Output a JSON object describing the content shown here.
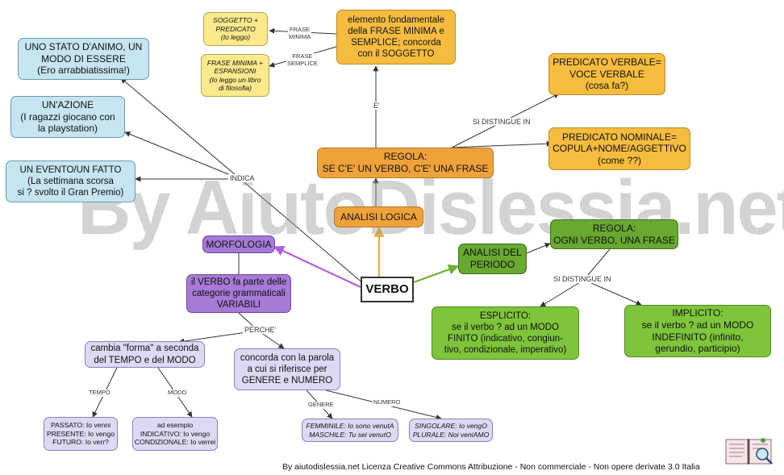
{
  "watermark": "By AiutoDislessia.net",
  "nodes": {
    "verbo": "VERBO",
    "elemento": "elemento fondamentale\ndella FRASE MINIMA e\nSEMPLICE; concorda\ncon il SOGGETTO",
    "soggetto": "SOGGETTO +\nPREDICATO\n(Io leggo)",
    "espansioni": "FRASE MINIMA +\nESPANSIONI\n(Io leggo un libro\ndi filosofia)",
    "stato": "UNO STATO D'ANIMO, UN\nMODO DI ESSERE\n(Ero arrabbiatissima!)",
    "azione": "UN'AZIONE\n(I ragazzi giocano con\nla playstation)",
    "evento": "UN EVENTO/UN FATTO\n(La settimana scorsa\nsi ? svolto il Gran Premio)",
    "pred_verbale": "PREDICATO VERBALE=\nVOCE VERBALE\n(cosa fa?)",
    "pred_nominale": "PREDICATO NOMINALE=\nCOPULA+NOME/AGGETTIVO\n(come ??)",
    "regola_logica": "REGOLA:\nSE C'E' UN VERBO, C'E' UNA FRASE",
    "analisi_logica": "ANALISI LOGICA",
    "morfologia": "MORFOLOGIA",
    "variabili": "il VERBO fa parte delle\ncategorie grammaticali\nVARIABILI",
    "regola_periodo": "REGOLA:\nOGNI VERBO, UNA FRASE",
    "analisi_periodo": "ANALISI DEL\nPERIODO",
    "esplicito": "ESPLICITO:\nse il verbo ? ad un MODO\nFINITO (indicativo, congiun-\ntivo, condizionale, imperativo)",
    "implicito": "IMPLICITO:\nse il verbo ? ad un MODO\nINDEFINITO (infinito,\ngerundio, participio)",
    "forma": "cambia \"forma\" a  seconda\ndel  TEMPO e del MODO",
    "concorda": "concorda con la parola\na cui si riferisce per\nGENERE e NUMERO",
    "tempo_ex": "PASSATO: Io venni\nPRESENTE: Io vengo\nFUTURO: Io verr?",
    "modo_ex": "ad esempio\nINDICATIVO: Io vengo\nCONDIZIONALE: Io verrei",
    "genere_ex": "FEMMINILE: Io sono venutA\nMASCHILE: Tu sei venutO",
    "numero_ex": "SINGOLARE: Io vengO\nPLURALE: Noi veniAMO"
  },
  "labels": {
    "frase_minima": "FRASE\nMINIMA",
    "frase_semplice": "FRASE\nSEMPLICE",
    "e": "E'",
    "si_distingue_1": "SI DISTINGUE IN",
    "indica": "INDICA",
    "si_distingue_2": "SI DISTINGUE IN",
    "perche": "PERCHE'",
    "tempo": "TEMPO",
    "modo": "MODO",
    "genere": "GENERE",
    "numero": "NUMERO"
  },
  "footer": "By aiutodislessia.net Licenza Creative Commons Attribuzione - Non commerciale - Non opere derivate 3.0 Italia",
  "colors": {
    "orange": "#f6bc3e",
    "yellow_light": "#fbe98c",
    "blue_light": "#c6e5f1",
    "purple": "#a67ad6",
    "lavender": "#ddd9f4",
    "green": "#7fc53b",
    "arrow_purple": "#b060e0",
    "arrow_orange": "#e0b040",
    "arrow_green": "#70b030"
  },
  "icons": [
    "book-logo-icon"
  ]
}
